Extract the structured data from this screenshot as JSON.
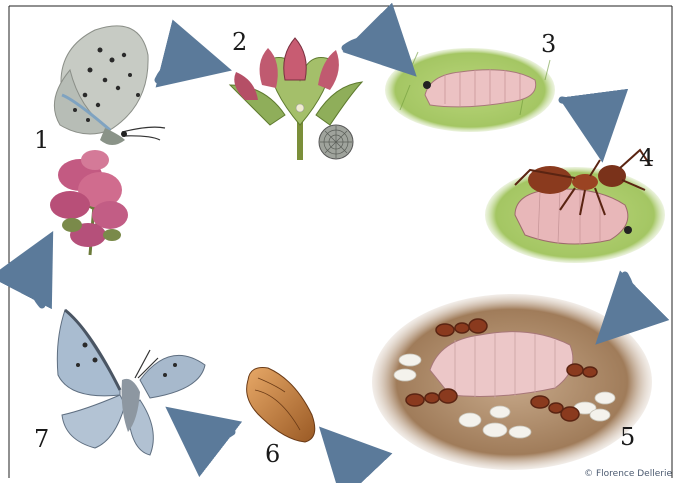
{
  "stages": [
    {
      "label": "1",
      "name": "adult-on-thyme"
    },
    {
      "label": "2",
      "name": "egg-on-flower-bud"
    },
    {
      "label": "3",
      "name": "caterpillar"
    },
    {
      "label": "4",
      "name": "ant-adopting-caterpillar"
    },
    {
      "label": "5",
      "name": "caterpillar-in-ant-nest"
    },
    {
      "label": "6",
      "name": "chrysalis"
    },
    {
      "label": "7",
      "name": "emerged-butterfly"
    }
  ],
  "credit": "© Florence Dellerie",
  "colors": {
    "arrow": "#5b7a9a",
    "butterfly_blue": "#a9bcd0",
    "larva_pink": "#e9b6b9",
    "ant_red": "#8a3a1e",
    "grass_green": "#a7c86a",
    "soil_brown": "#9b7a5a"
  }
}
